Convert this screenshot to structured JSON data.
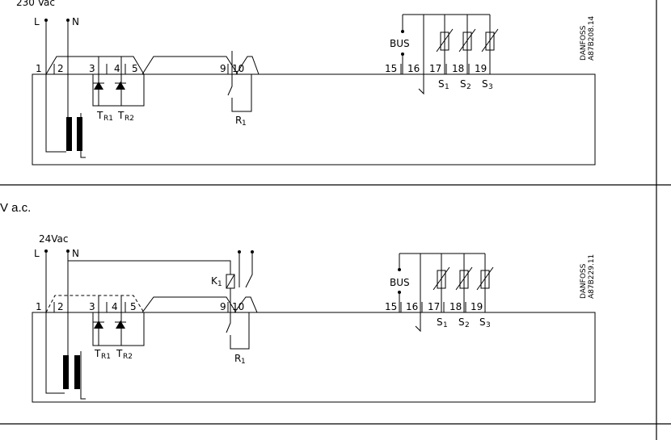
{
  "top_panel": {
    "supply_label": "230 Vac",
    "line_label": "L",
    "neutral_label": "N",
    "terminals": [
      "1",
      "2",
      "3",
      "4",
      "5",
      "9",
      "10",
      "15",
      "16",
      "17",
      "18",
      "19"
    ],
    "bus_label": "BUS",
    "triac_1": {
      "main": "T",
      "sub": "R1"
    },
    "triac_2": {
      "main": "T",
      "sub": "R2"
    },
    "relay": {
      "main": "R",
      "sub": "1"
    },
    "sensors": [
      {
        "main": "S",
        "sub": "1"
      },
      {
        "main": "S",
        "sub": "2"
      },
      {
        "main": "S",
        "sub": "3"
      }
    ],
    "brand_lines": [
      "DANFOSS",
      "A87B208.14"
    ]
  },
  "caption": "V a.c.",
  "bottom_panel": {
    "supply_label": "24Vac",
    "line_label": "L",
    "neutral_label": "N",
    "terminals": [
      "1",
      "2",
      "3",
      "4",
      "5",
      "9",
      "10",
      "15",
      "16",
      "17",
      "18",
      "19"
    ],
    "bus_label": "BUS",
    "triac_1": {
      "main": "T",
      "sub": "R1"
    },
    "triac_2": {
      "main": "T",
      "sub": "R2"
    },
    "relay": {
      "main": "R",
      "sub": "1"
    },
    "contactor": {
      "main": "K",
      "sub": "1"
    },
    "sensors": [
      {
        "main": "S",
        "sub": "1"
      },
      {
        "main": "S",
        "sub": "2"
      },
      {
        "main": "S",
        "sub": "3"
      }
    ],
    "brand_lines": [
      "DANFOSS",
      "A87B229.11"
    ]
  }
}
